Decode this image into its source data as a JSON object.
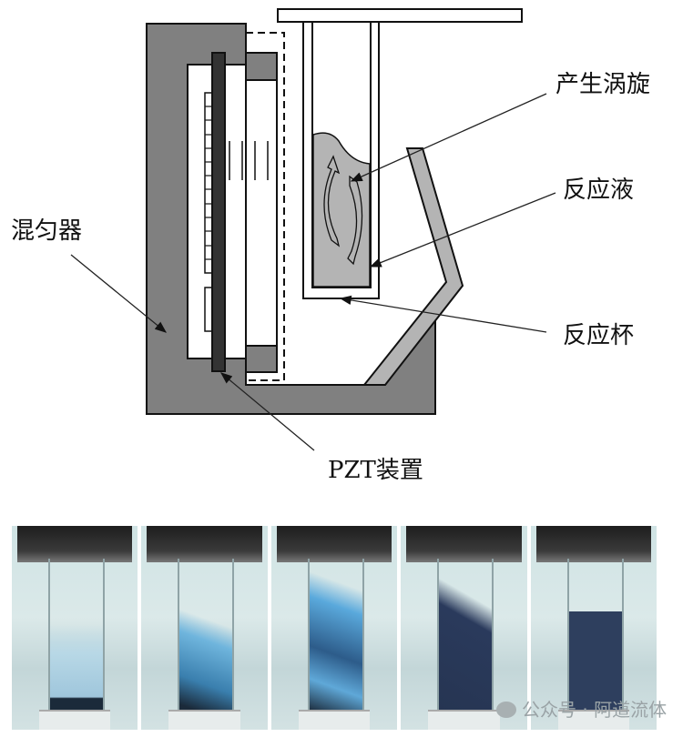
{
  "labels": {
    "vortex": "产生涡旋",
    "reaction_liquid": "反应液",
    "mixer": "混匀器",
    "reaction_cup": "反应杯",
    "pzt": "PZT装置"
  },
  "watermark": "公众号 · 阿道流体",
  "colors": {
    "mixer_gray": "#808080",
    "pzt_dark": "#333333",
    "liquid_gray": "#b4b4b4"
  }
}
